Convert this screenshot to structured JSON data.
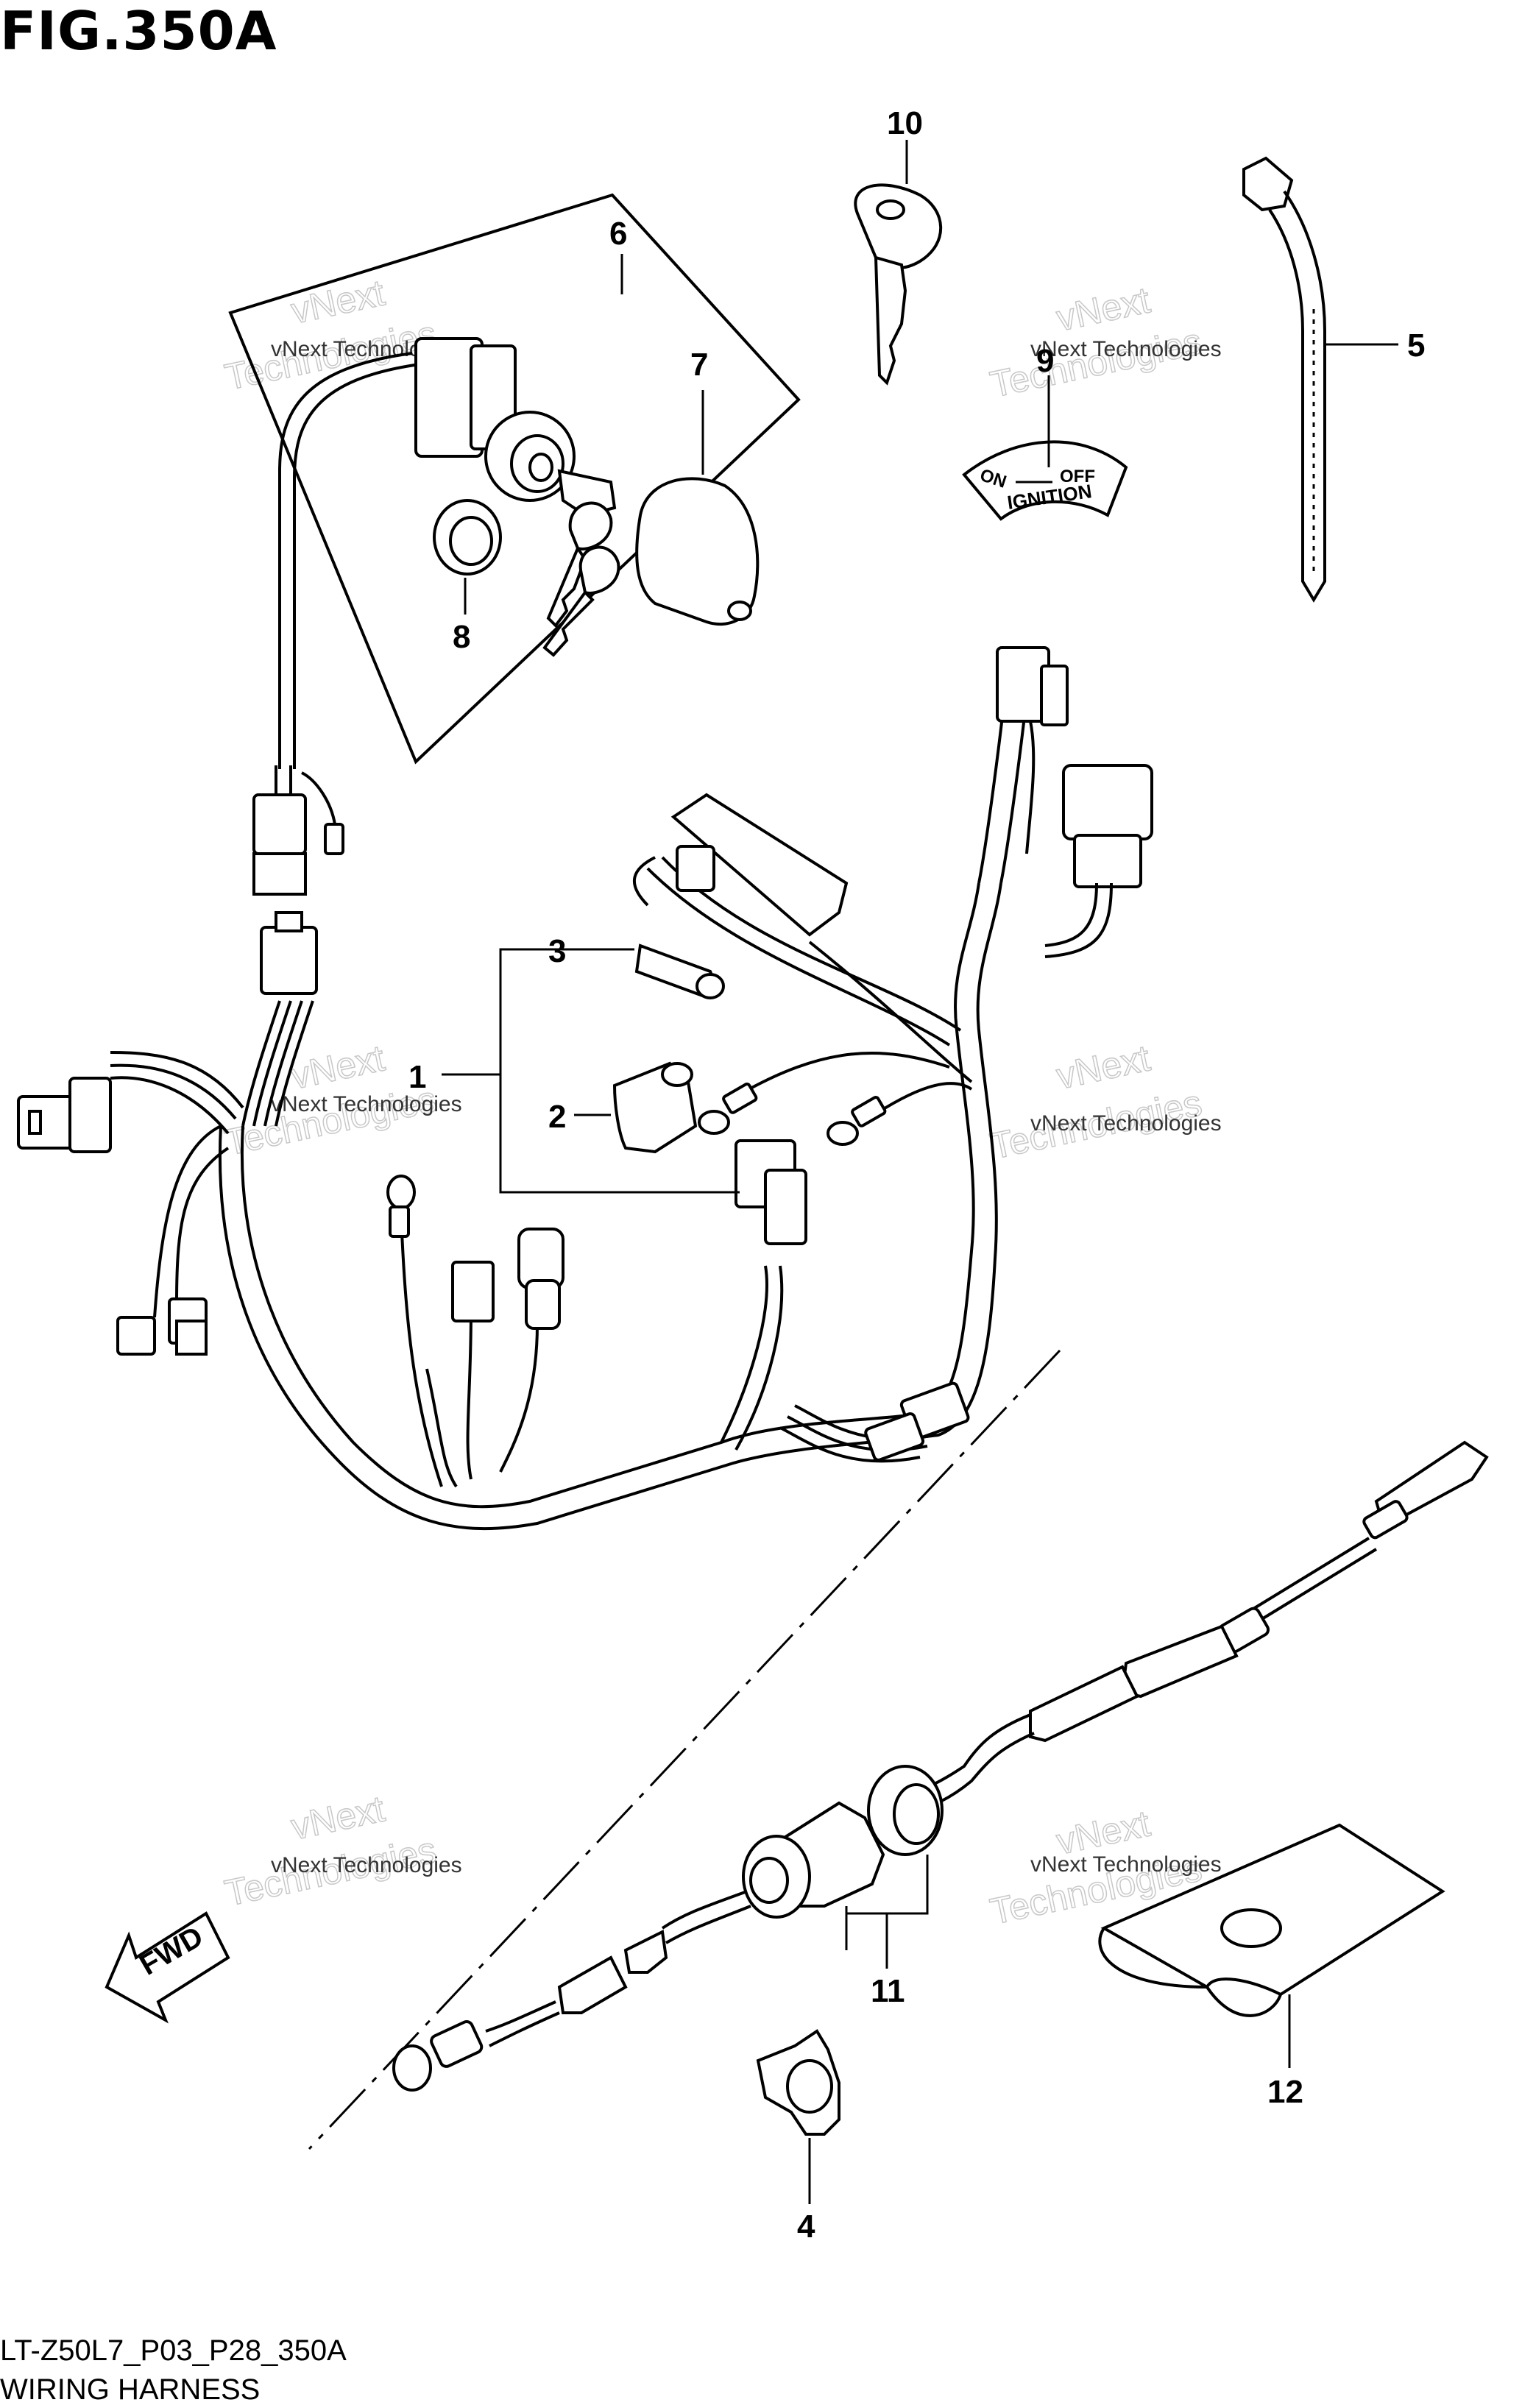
{
  "figure": {
    "title": "FIG.350A",
    "code": "LT-Z50L7_P03_P28_350A",
    "name": "WIRING HARNESS"
  },
  "callouts": [
    "1",
    "2",
    "3",
    "4",
    "5",
    "6",
    "7",
    "8",
    "9",
    "10",
    "11",
    "12"
  ],
  "label_plate": {
    "on": "ON",
    "off": "OFF",
    "ignition": "IGNITION"
  },
  "direction_arrow": "FWD",
  "watermark": {
    "line1": "vNext Technologies",
    "line2": "Technologies",
    "top": "vNext"
  }
}
